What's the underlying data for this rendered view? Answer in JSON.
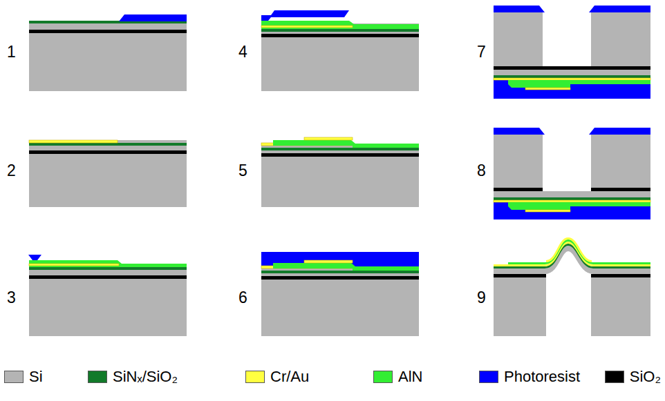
{
  "diagram": {
    "labels": [
      "1",
      "2",
      "3",
      "4",
      "5",
      "6",
      "7",
      "8",
      "9"
    ],
    "legend": [
      {
        "text": "Si",
        "color": "#b4b4b4"
      },
      {
        "text": "SiNₓ/SiO₂",
        "color": "#127a2a"
      },
      {
        "text": "Cr/Au",
        "color": "#ffff40"
      },
      {
        "text": "AlN",
        "color": "#33ee33"
      },
      {
        "text": "Photoresist",
        "color": "#0000ff"
      },
      {
        "text": "SiO₂",
        "color": "#000000"
      }
    ]
  }
}
